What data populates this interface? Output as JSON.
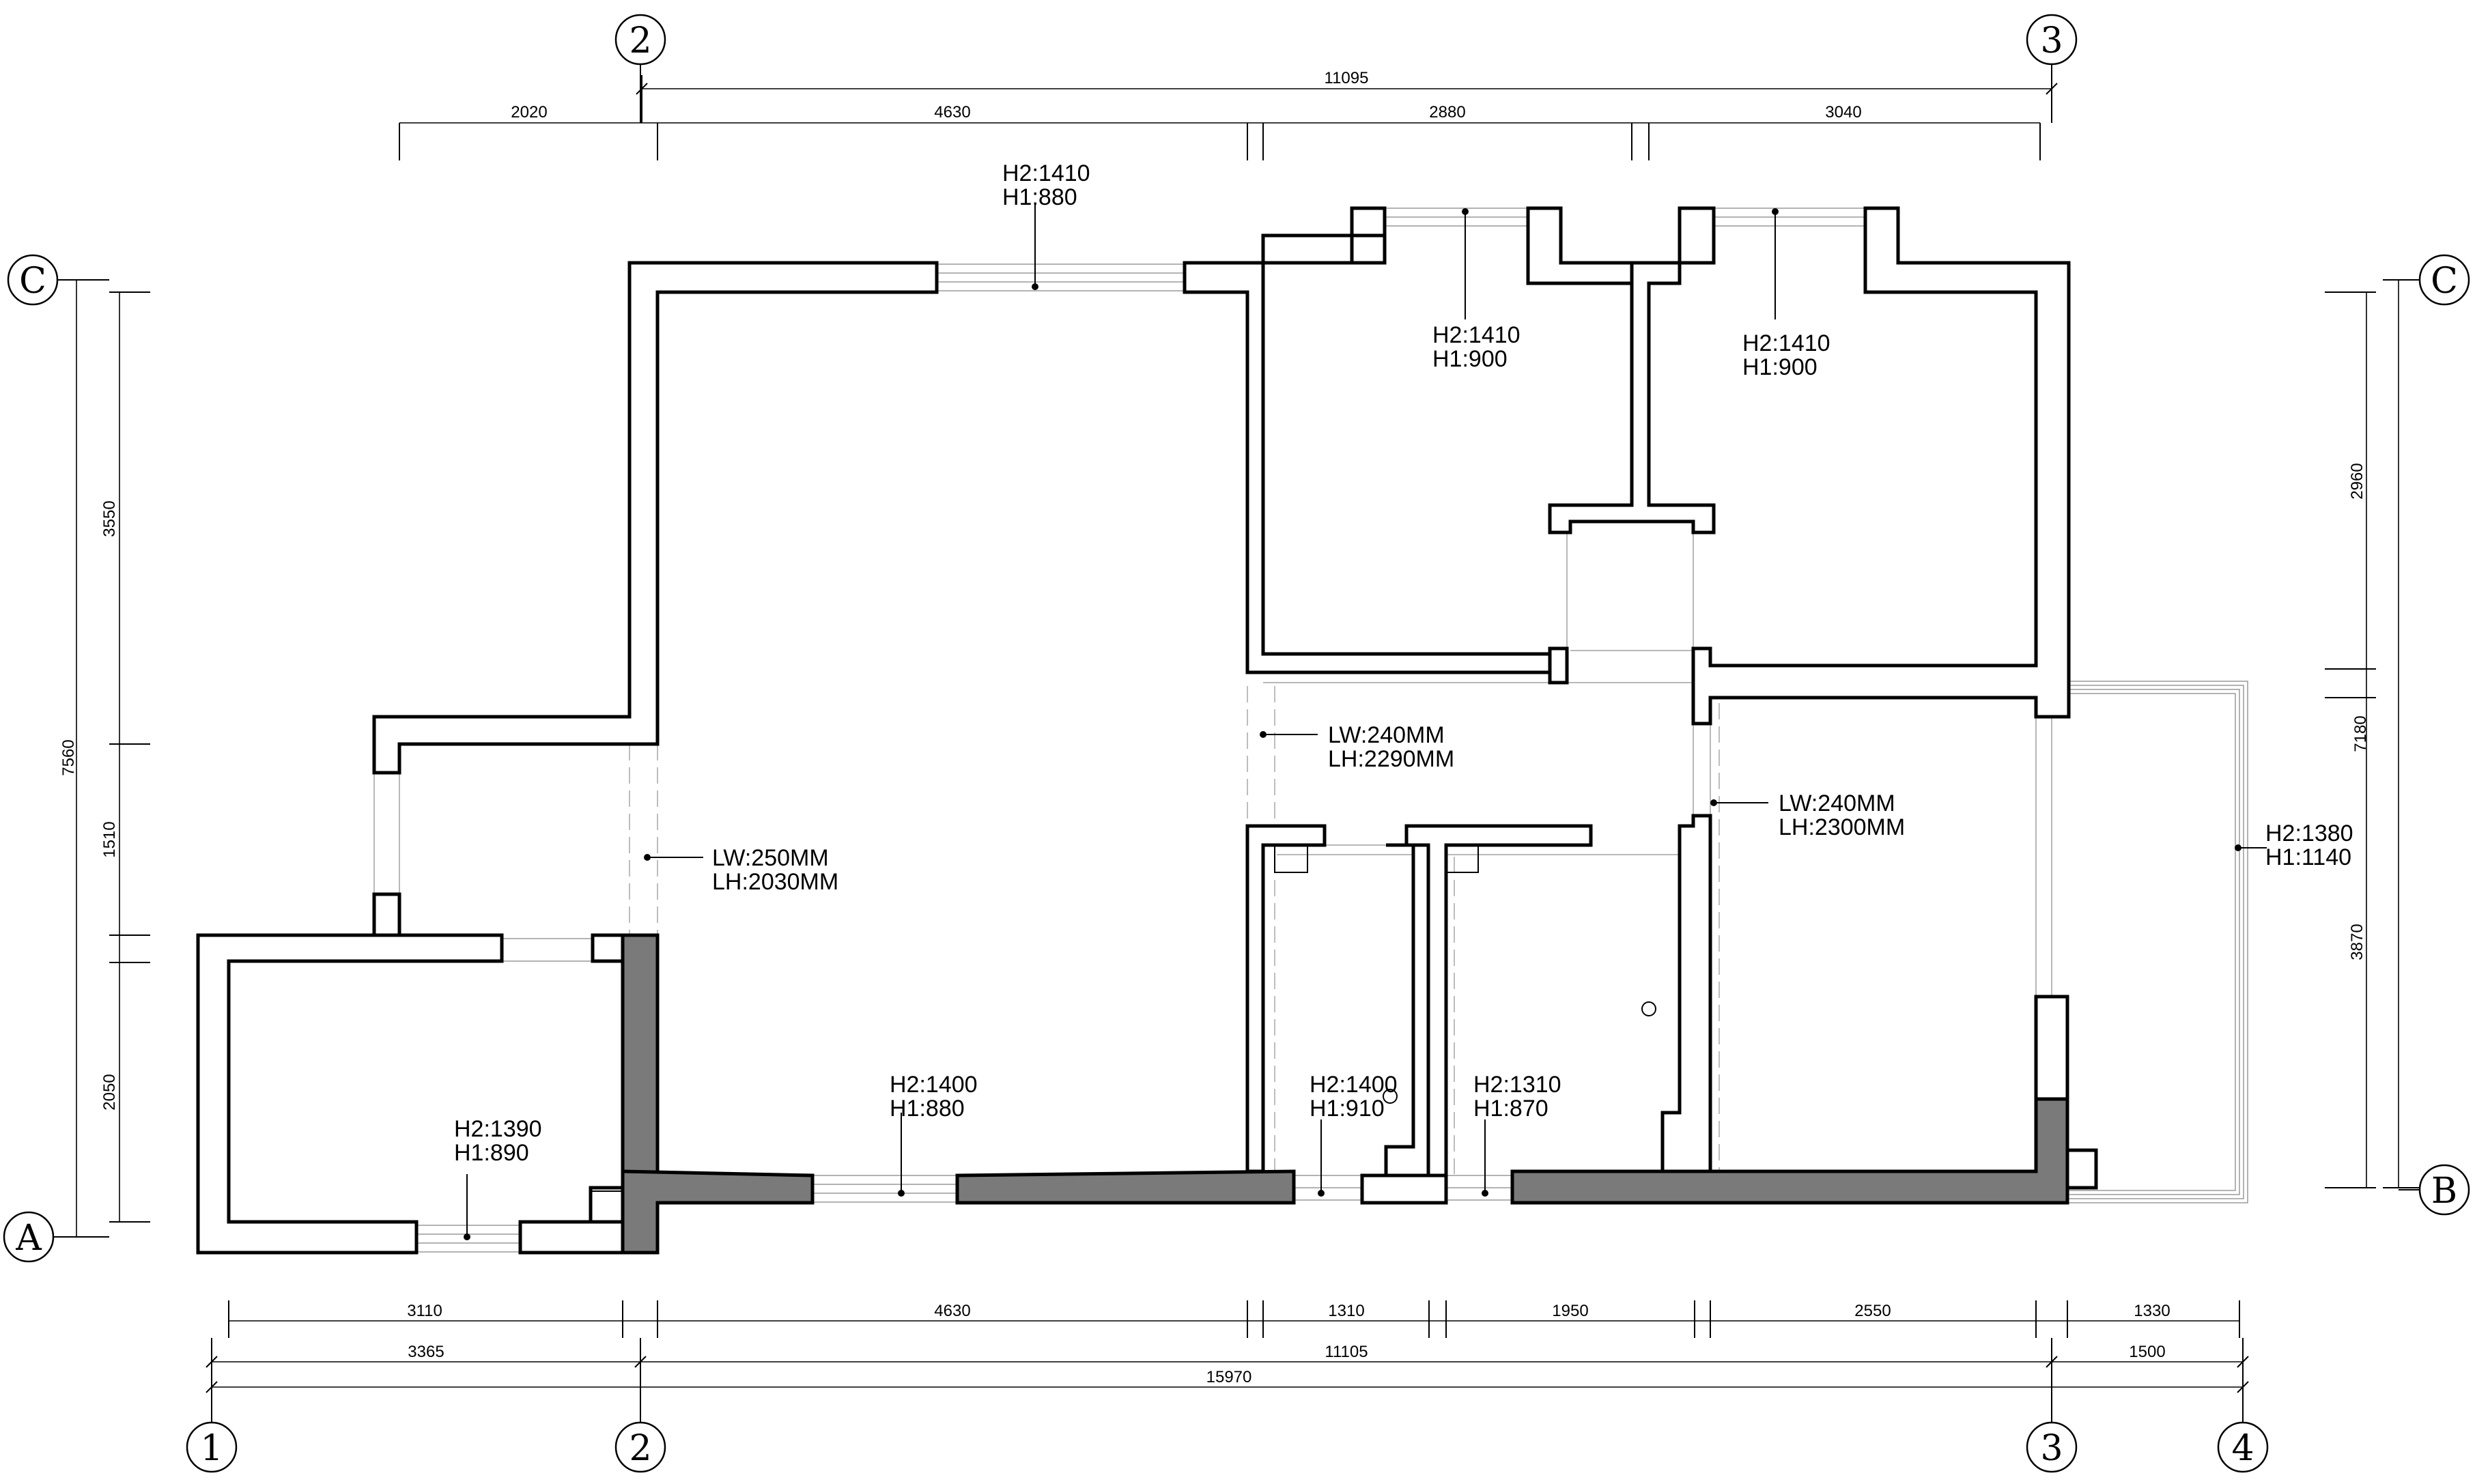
{
  "axes": {
    "columns": [
      "1",
      "2",
      "3",
      "4"
    ],
    "rows": [
      "A",
      "B",
      "C"
    ]
  },
  "dimensions": {
    "top_total": "11095",
    "top": [
      "2020",
      "4630",
      "2880",
      "3040"
    ],
    "bottom_row1": [
      "3110",
      "4630",
      "1310",
      "1950",
      "2550",
      "1330"
    ],
    "bottom_row2": [
      "3365",
      "11105",
      "1500"
    ],
    "bottom_total": "15970",
    "left_total": "7560",
    "left": [
      "3550",
      "1510",
      "2050"
    ],
    "right_total": "7180",
    "right": [
      "2960",
      "3870"
    ]
  },
  "annotations": {
    "win_top_h2": "H2:1410",
    "win_top_h1": "H1:880",
    "win_bed1_h2": "H2:1410",
    "win_bed1_h1": "H1:900",
    "win_bed2_h2": "H2:1410",
    "win_bed2_h1": "H1:900",
    "win_balcony_h2": "H2:1380",
    "win_balcony_h1": "H1:1140",
    "win_left_h2": "H2:1390",
    "win_left_h1": "H1:890",
    "win_living_h2": "H2:1400",
    "win_living_h1": "H1:880",
    "win_bath_h2": "H2:1400",
    "win_bath_h1": "H1:910",
    "win_kitchen_h2": "H2:1310",
    "win_kitchen_h1": "H1:870",
    "open_hall_lw": "LW:240MM",
    "open_hall_lh": "LH:2290MM",
    "open_left_lw": "LW:250MM",
    "open_left_lh": "LH:2030MM",
    "open_room_lw": "LW:240MM",
    "open_room_lh": "LH:2300MM"
  }
}
